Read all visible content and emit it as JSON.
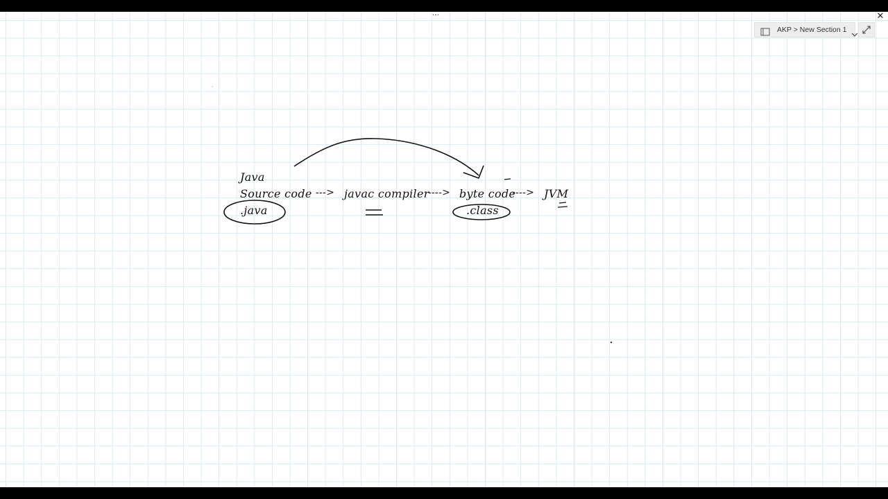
{
  "window": {
    "title_dots": "···",
    "close_glyph": "✕"
  },
  "toolbar": {
    "location_label": "AKP > New Section 1"
  },
  "ink_notes": {
    "java_label": "Java",
    "source_code": "Source code",
    "arrow1": "--->",
    "javac_compiler": "javac compiler",
    "arrow2": "---->",
    "byte_code": "byte code",
    "arrow3": "---->",
    "jvm": "JVM",
    "java_ext": ".java",
    "class_ext": ".class"
  },
  "colors": {
    "ink": "#111111",
    "grid": "#d6ecef",
    "page": "#ffffff"
  },
  "icons": {
    "notebook": "notebook-icon",
    "chevron": "chevron-down-icon",
    "expand": "expand-icon",
    "close": "close-icon"
  }
}
